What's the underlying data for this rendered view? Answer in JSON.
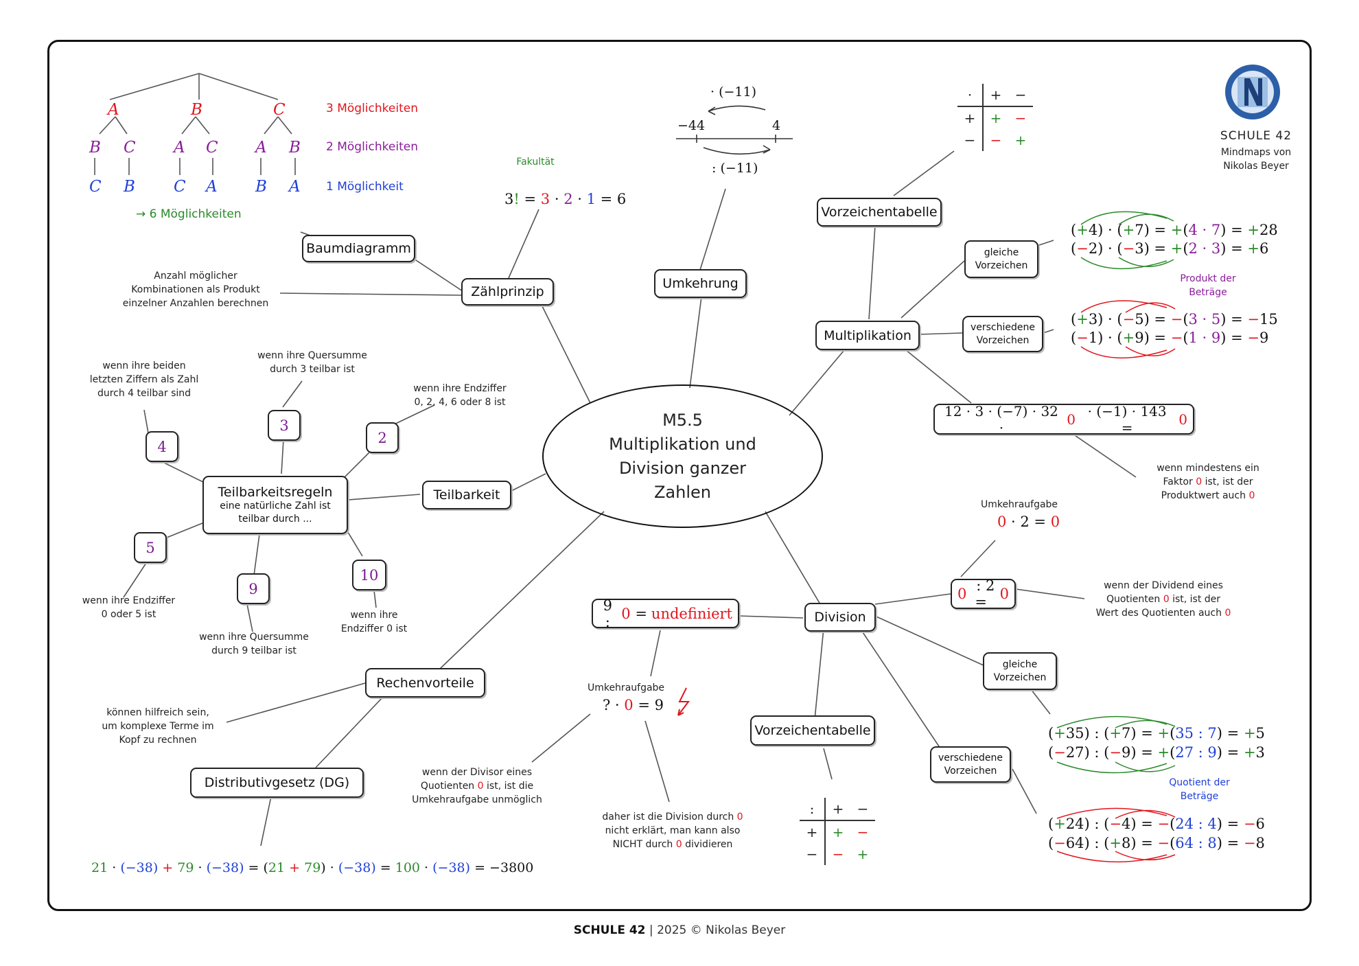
{
  "center": {
    "line1": "M5.5",
    "line2": "Multiplikation und",
    "line3": "Division ganzer",
    "line4": "Zahlen"
  },
  "header": {
    "school": "SCHULE 42",
    "sub1": "Mindmaps von",
    "sub2": "Nikolas Beyer"
  },
  "footer": {
    "school": "SCHULE 42",
    "sep": "|",
    "copy": "2025 © Nikolas Beyer"
  },
  "nodes": {
    "zaehlprinzip": "Zählprinzip",
    "baumdiagramm": "Baumdiagramm",
    "umkehrung": "Umkehrung",
    "vorzeichentabelle_top": "Vorzeichentabelle",
    "multiplikation": "Multiplikation",
    "gleiche_vz": "gleiche\nVorzeichen",
    "verschiedene_vz": "verschiedene\nVorzeichen",
    "teilbarkeit": "Teilbarkeit",
    "teilbarkeitsregeln": "Teilbarkeitsregeln",
    "teilbarkeitsregeln_sub": "eine natürliche Zahl ist\nteilbar durch ...",
    "rechenvorteile": "Rechenvorteile",
    "distributivgesetz": "Distributivgesetz (DG)",
    "division": "Division",
    "vorzeichentabelle_bottom": "Vorzeichentabelle",
    "gleiche_vz_div": "gleiche\nVorzeichen",
    "verschiedene_vz_div": "verschiedene\nVorzeichen"
  },
  "tree": {
    "level1": [
      "A",
      "B",
      "C"
    ],
    "level2": [
      "B",
      "C",
      "A",
      "C",
      "A",
      "B"
    ],
    "level3": [
      "C",
      "B",
      "C",
      "A",
      "B",
      "A"
    ],
    "label1": "3 Möglichkeiten",
    "label2": "2 Möglichkeiten",
    "label3": "1 Möglichkeit",
    "result": "→ 6 Möglichkeiten"
  },
  "zaehl": {
    "fakultaet": "Fakultät",
    "combo_note": "Anzahl möglicher\nKombinationen als Produkt\neinzelner Anzahlen berechnen"
  },
  "umkehrung": {
    "top": "· (−11)",
    "left": "−44",
    "right": "4",
    "bottom": ": (−11)"
  },
  "divisibility": {
    "n4": "4",
    "n3": "3",
    "n2": "2",
    "n5": "5",
    "n9": "9",
    "n10": "10",
    "t4": "wenn ihre beiden\nletzten Ziffern als Zahl\ndurch 4 teilbar sind",
    "t3": "wenn ihre Quersumme\ndurch 3 teilbar ist",
    "t2": "wenn ihre Endziffer\n0, 2, 4, 6  oder 8 ist",
    "t5": "wenn ihre Endziffer\n0 oder 5 ist",
    "t9": "wenn ihre Quersumme\ndurch 9 teilbar ist",
    "t10": "wenn ihre\nEndziffer 0 ist"
  },
  "mult": {
    "betraege_note": "Produkt der\nBeträge",
    "zero_product": "12 · 3 · (−7) · 32 · 0 · (−1) · 143 = 0",
    "zero_note_a": "wenn mindestens ein",
    "zero_note_b": "Faktor",
    "zero_note_c": "ist, ist der",
    "zero_note_d": "Produktwert auch",
    "zero": "0"
  },
  "rechen": {
    "note": "können hilfreich sein,\num komplexe Terme im\nKopf zu rechnen"
  },
  "div": {
    "umkehraufgabe": "Umkehraufgabe",
    "undefiniert": "undefiniert",
    "zero_dividend_a": "wenn der Dividend eines",
    "zero_dividend_b": "Quotienten",
    "zero_dividend_c": "ist, ist der",
    "zero_dividend_d": "Wert des Quotienten auch",
    "divisor_a": "wenn der Divisor eines",
    "divisor_b": "Quotienten",
    "divisor_c": "ist, ist die",
    "divisor_d": "Umkehraufgabe unmöglich",
    "daher_a": "daher ist die Division durch",
    "daher_b": "nicht erklärt, man kann also",
    "daher_c": "NICHT durch",
    "daher_d": "dividieren",
    "quotient_note": "Quotient der\nBeträge"
  },
  "colors": {
    "red": "#e0161d",
    "green": "#2a8a2a",
    "purple": "#8a1d9a",
    "blue": "#1f3fd6"
  }
}
